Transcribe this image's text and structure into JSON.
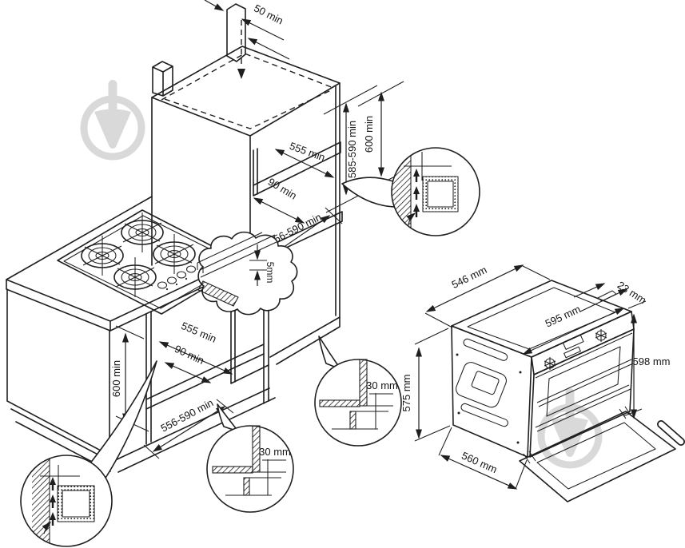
{
  "page": {
    "background": "#ffffff",
    "line_color": "#1f1f1f",
    "watermark_color": "#d9d9d9"
  },
  "cabinet_view": {
    "labels": {
      "chimney_gap": "50 min",
      "upper_niche_height": "585-590 min",
      "column_height": "600 min",
      "upper_niche_depth": "555 min",
      "upper_vent_gap": "90 min",
      "upper_niche_width": "556-590 min",
      "hob_gap": "5mm",
      "lower_niche_depth": "555 min",
      "lower_vent_gap": "90 min",
      "lower_niche_height": "600 min",
      "lower_niche_width": "556-590 min"
    }
  },
  "detail_callouts": {
    "front_plinth_vent": "30 mm",
    "side_plinth_vent": "30 mm"
  },
  "oven_view": {
    "labels": {
      "top_depth": "546 mm",
      "front_width": "595 mm",
      "panel_overhang": "23 mm",
      "total_height": "598 mm",
      "body_height": "575 mm",
      "bottom_depth": "560 mm"
    }
  },
  "icons": {
    "watermark": "trowel-logo"
  }
}
